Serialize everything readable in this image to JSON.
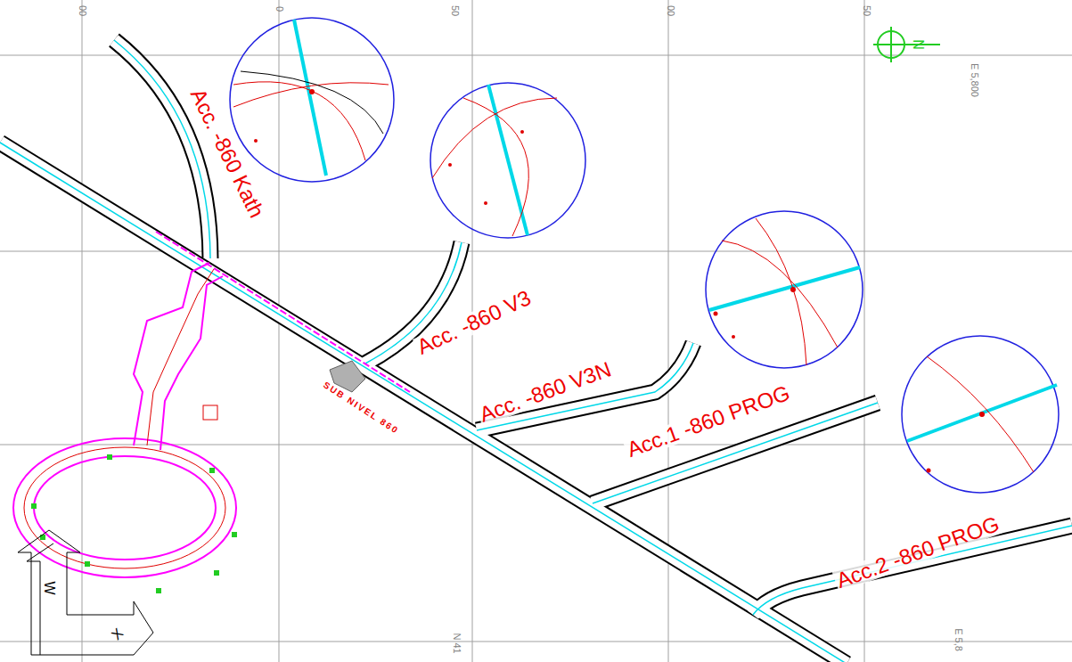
{
  "diagram": {
    "labels": [
      "Acc. -860 Kath",
      "Acc. -860 V3",
      "Acc. -860 V3N",
      "Acc.1 -860 PROG",
      "Acc.2 -860 PROG",
      "SUB NIVEL 860",
      "00",
      "0",
      "50",
      "00",
      "50",
      "E 5,800",
      "N 41",
      "E 5,8",
      "N",
      "W",
      "X"
    ]
  }
}
